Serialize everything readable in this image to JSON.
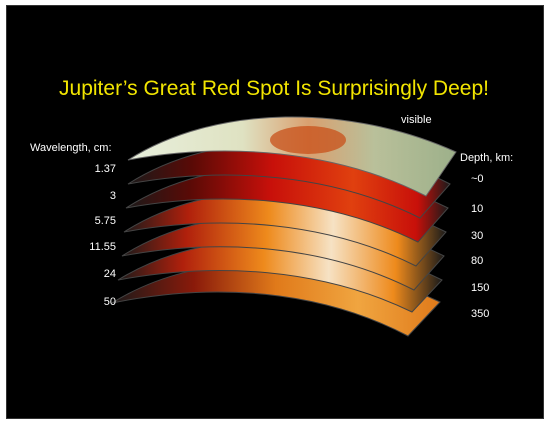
{
  "slide": {
    "title": "Jupiter’s Great Red Spot Is Surprisingly Deep!",
    "visible_label": "visible",
    "wavelength_header": "Wavelength, cm:",
    "depth_header": "Depth, km:",
    "wavelengths": [
      "1.37",
      "3",
      "5.75",
      "11.55",
      "24",
      "50"
    ],
    "depths": [
      "~0",
      "10",
      "30",
      "80",
      "150",
      "350"
    ],
    "colors": {
      "background": "#000000",
      "title": "#f2e500",
      "text": "#ffffff",
      "hot": "#c8100a",
      "warm": "#ee8a1c",
      "cool": "#f6e2c4"
    }
  }
}
